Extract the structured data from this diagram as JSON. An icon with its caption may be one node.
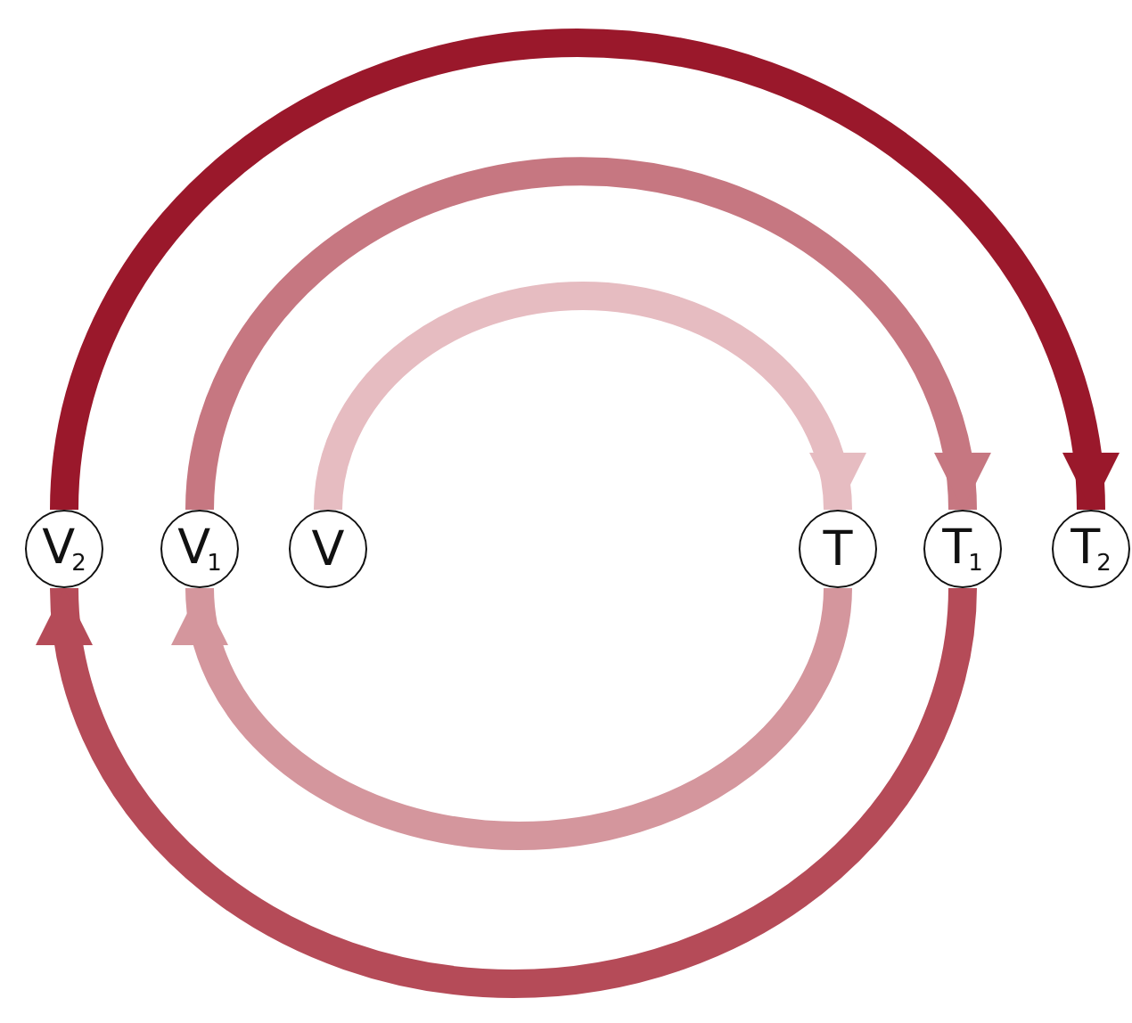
{
  "diagram": {
    "nodes": [
      {
        "text": [
          "V$_{2}$"
        ]
      },
      {
        "text": [
          "V$_{1}$"
        ]
      },
      {
        "text": [
          "V"
        ]
      },
      {
        "text": [
          "T"
        ]
      },
      {
        "text": [
          "T$_{1}$"
        ]
      },
      {
        "text": [
          "T$_{2}$"
        ]
      }
    ],
    "edges": [
      {
        "from": 2,
        "to": 3,
        "arrow": "to",
        "color": "#e6bcc1"
      },
      {
        "from": 3,
        "to": 1,
        "arrow": "to",
        "color": "#d4969d"
      },
      {
        "from": 1,
        "to": 4,
        "arrow": "to",
        "color": "#c67781"
      },
      {
        "from": 4,
        "to": 0,
        "arrow": "to",
        "color": "#b54b58"
      },
      {
        "from": 0,
        "to": 5,
        "arrow": "to",
        "color": "#9a182b"
      }
    ]
  }
}
